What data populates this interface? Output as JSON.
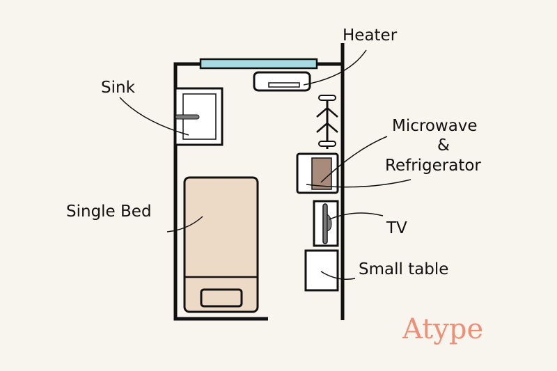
{
  "title": "Atype",
  "labels": {
    "heater": "Heater",
    "sink": "Sink",
    "microwave": "Microwave",
    "ampersand": "&",
    "refrigerator": "Refrigerator",
    "single_bed": "Single Bed",
    "tv": "TV",
    "small_table": "Small table"
  },
  "colors": {
    "background": "#f8f5ee",
    "window": "#a6dbe4",
    "bed": "#ecd9c6",
    "refrigerator": "#a88b7b",
    "accent": "#ef8e77"
  }
}
